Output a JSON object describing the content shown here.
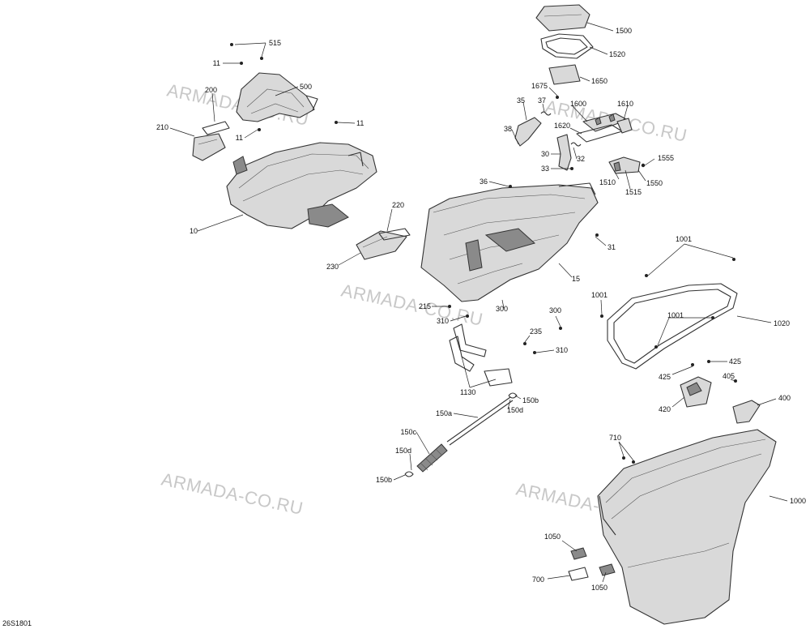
{
  "diagram_code": "26S1801",
  "watermark_text": "ARMADA-CO.RU",
  "callouts": {
    "c10": "10",
    "c11a": "11",
    "c11b": "11",
    "c11c": "11",
    "c15": "15",
    "c30": "30",
    "c31": "31",
    "c32": "32",
    "c33": "33",
    "c35": "35",
    "c36": "36",
    "c37": "37",
    "c38": "38",
    "c150a": "150a",
    "c150b_top": "150b",
    "c150b_bot": "150b",
    "c150c": "150c",
    "c150d_top": "150d",
    "c150d_bot": "150d",
    "c200": "200",
    "c210": "210",
    "c215": "215",
    "c220": "220",
    "c230": "230",
    "c235": "235",
    "c300a": "300",
    "c300b": "300",
    "c310a": "310",
    "c310b": "310",
    "c400": "400",
    "c405": "405",
    "c420": "420",
    "c425a": "425",
    "c425b": "425",
    "c500": "500",
    "c515": "515",
    "c700": "700",
    "c710": "710",
    "c1000": "1000",
    "c1001a": "1001",
    "c1001b": "1001",
    "c1001c": "1001",
    "c1020": "1020",
    "c1050a": "1050",
    "c1050b": "1050",
    "c1130": "1130",
    "c1500": "1500",
    "c1510": "1510",
    "c1515": "1515",
    "c1520": "1520",
    "c1550": "1550",
    "c1555": "1555",
    "c1600": "1600",
    "c1610": "1610",
    "c1620": "1620",
    "c1650": "1650",
    "c1675": "1675"
  }
}
